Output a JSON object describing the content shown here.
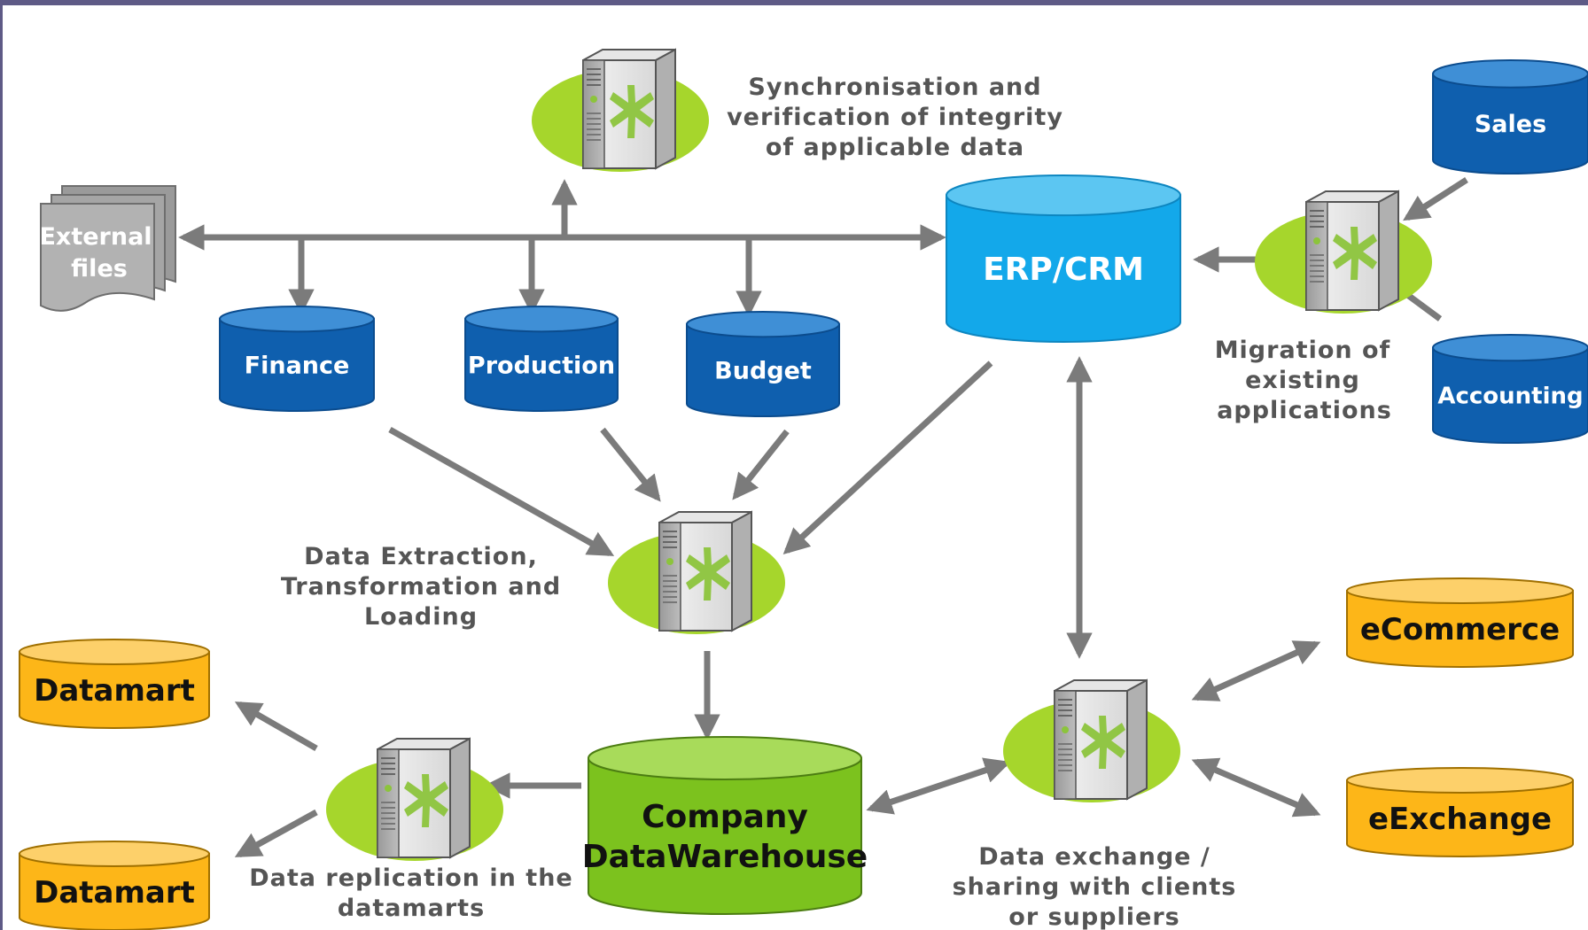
{
  "colors": {
    "blue_db": "#0f5fae",
    "blue_db_top": "#3f8fd6",
    "cyan_db": "#13a8ea",
    "orange_db": "#fdb618",
    "green_db": "#7cc21e",
    "green_disc": "#a6d62c",
    "arrow": "#7b7b7b",
    "caption": "#555555",
    "frame": "#5e5a86"
  },
  "databases": {
    "finance": "Finance",
    "production": "Production",
    "budget": "Budget",
    "erp_crm": "ERP/CRM",
    "sales": "Sales",
    "accounting": "Accounting",
    "ecommerce": "eCommerce",
    "eexchange": "eExchange",
    "datamart_1": "Datamart",
    "datamart_2": "Datamart",
    "warehouse_line1": "Company",
    "warehouse_line2": "DataWarehouse"
  },
  "external_files": {
    "line1": "External",
    "line2": "files"
  },
  "captions": {
    "sync": [
      "Synchronisation and",
      "verification of integrity",
      "of applicable data"
    ],
    "migration": [
      "Migration of",
      "existing",
      "applications"
    ],
    "etl": [
      "Data Extraction,",
      "Transformation and",
      "Loading"
    ],
    "replication": [
      "Data replication in the",
      "datamarts"
    ],
    "exchange": [
      "Data exchange /",
      "sharing with clients",
      "or suppliers"
    ]
  },
  "icons": {
    "server": "server-icon",
    "files": "files-stack-icon"
  }
}
